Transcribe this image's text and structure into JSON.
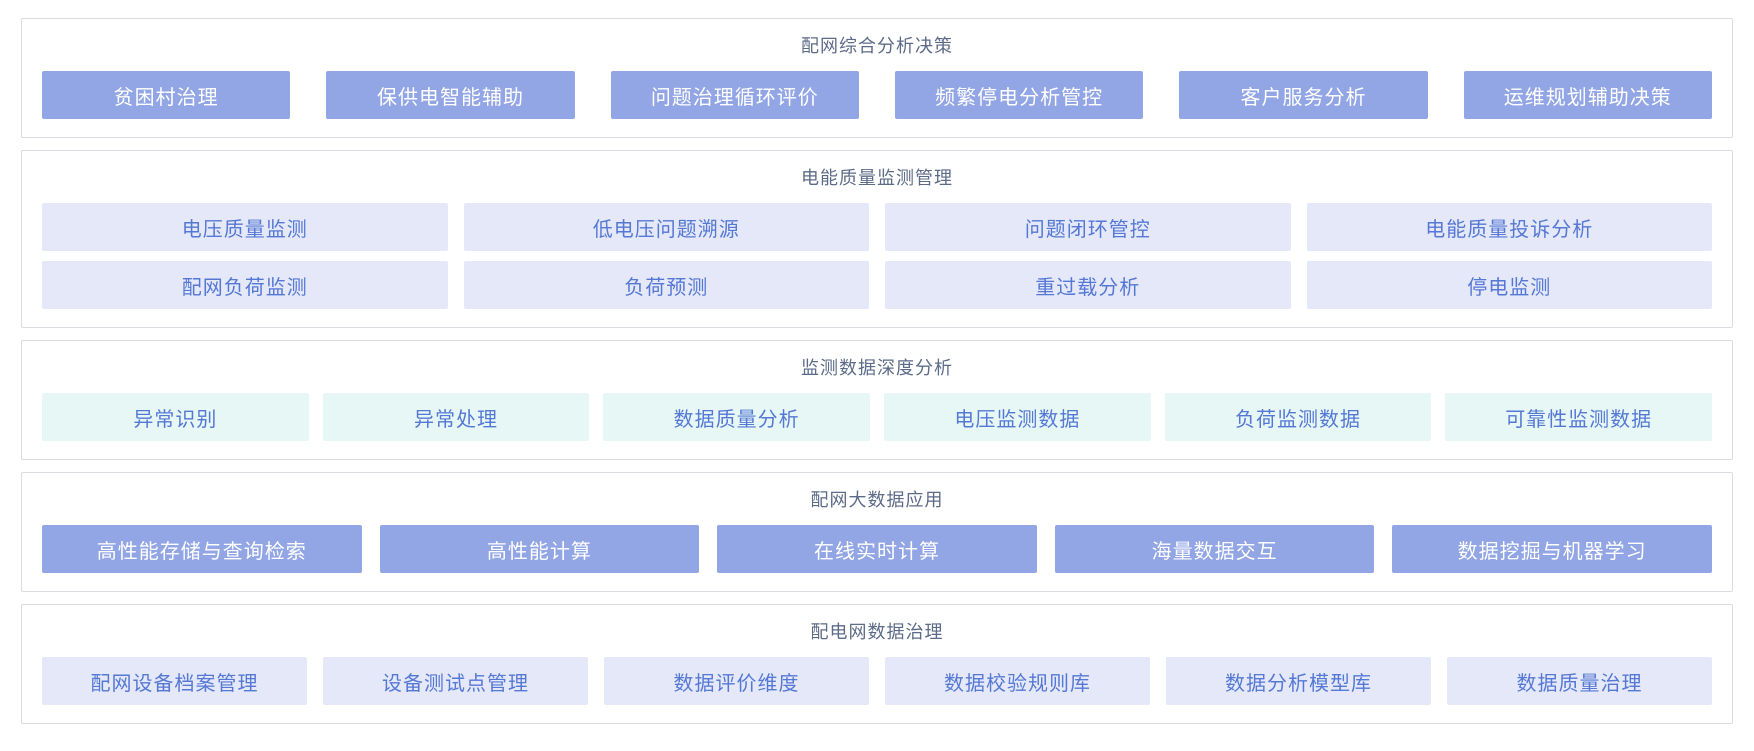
{
  "colors": {
    "primary_tile_bg": "#92a5e5",
    "primary_tile_text": "#ffffff",
    "lavender_tile_bg": "#e4e8f8",
    "mint_tile_bg": "#e6f7f5",
    "tile_text_blue": "#5578d5",
    "section_title": "#5c6b87",
    "section_border": "#d9dce1"
  },
  "sections": [
    {
      "title": "配网综合分析决策",
      "style": "primary",
      "rows": [
        [
          "贫困村治理",
          "保供电智能辅助",
          "问题治理循环评价",
          "频繁停电分析管控",
          "客户服务分析",
          "运维规划辅助决策"
        ]
      ]
    },
    {
      "title": "电能质量监测管理",
      "style": "lavender",
      "rows": [
        [
          "电压质量监测",
          "低电压问题溯源",
          "问题闭环管控",
          "电能质量投诉分析"
        ],
        [
          "配网负荷监测",
          "负荷预测",
          "重过载分析",
          "停电监测"
        ]
      ]
    },
    {
      "title": "监测数据深度分析",
      "style": "mint",
      "rows": [
        [
          "异常识别",
          "异常处理",
          "数据质量分析",
          "电压监测数据",
          "负荷监测数据",
          "可靠性监测数据"
        ]
      ]
    },
    {
      "title": "配网大数据应用",
      "style": "primary",
      "rows": [
        [
          "高性能存储与查询检索",
          "高性能计算",
          "在线实时计算",
          "海量数据交互",
          "数据挖掘与机器学习"
        ]
      ]
    },
    {
      "title": "配电网数据治理",
      "style": "lavender",
      "rows": [
        [
          "配网设备档案管理",
          "设备测试点管理",
          "数据评价维度",
          "数据校验规则库",
          "数据分析模型库",
          "数据质量治理"
        ]
      ]
    }
  ]
}
